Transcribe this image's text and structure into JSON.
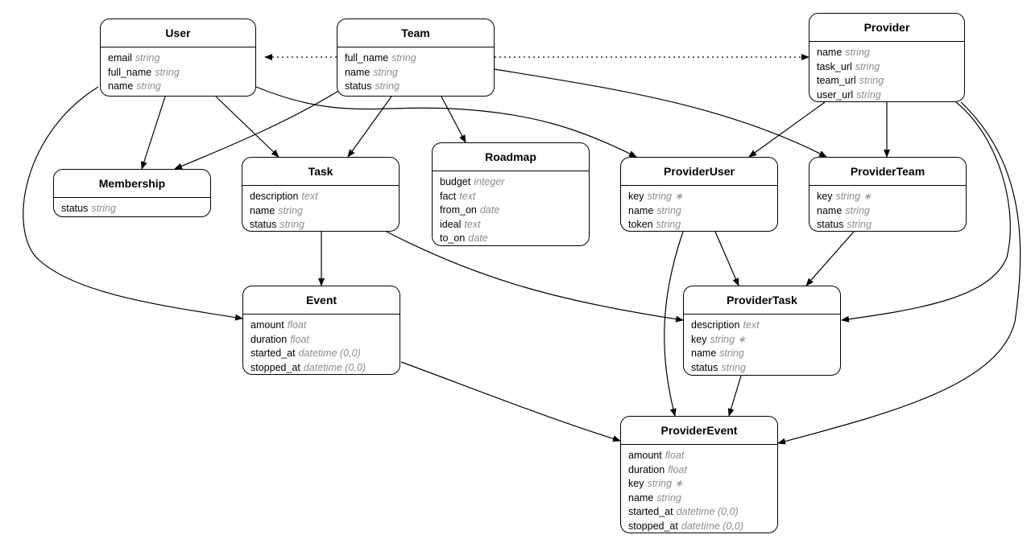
{
  "entities": {
    "user": {
      "title": "User",
      "attributes": [
        {
          "name": "email",
          "type": "string"
        },
        {
          "name": "full_name",
          "type": "string"
        },
        {
          "name": "name",
          "type": "string"
        }
      ]
    },
    "team": {
      "title": "Team",
      "attributes": [
        {
          "name": "full_name",
          "type": "string"
        },
        {
          "name": "name",
          "type": "string"
        },
        {
          "name": "status",
          "type": "string"
        }
      ]
    },
    "provider": {
      "title": "Provider",
      "attributes": [
        {
          "name": "name",
          "type": "string"
        },
        {
          "name": "task_url",
          "type": "string"
        },
        {
          "name": "team_url",
          "type": "string"
        },
        {
          "name": "user_url",
          "type": "string"
        }
      ]
    },
    "membership": {
      "title": "Membership",
      "attributes": [
        {
          "name": "status",
          "type": "string"
        }
      ]
    },
    "task": {
      "title": "Task",
      "attributes": [
        {
          "name": "description",
          "type": "text"
        },
        {
          "name": "name",
          "type": "string"
        },
        {
          "name": "status",
          "type": "string"
        }
      ]
    },
    "roadmap": {
      "title": "Roadmap",
      "attributes": [
        {
          "name": "budget",
          "type": "integer"
        },
        {
          "name": "fact",
          "type": "text"
        },
        {
          "name": "from_on",
          "type": "date"
        },
        {
          "name": "ideal",
          "type": "text"
        },
        {
          "name": "to_on",
          "type": "date"
        }
      ]
    },
    "provider_user": {
      "title": "ProviderUser",
      "attributes": [
        {
          "name": "key",
          "type": "string ∗"
        },
        {
          "name": "name",
          "type": "string"
        },
        {
          "name": "token",
          "type": "string"
        }
      ]
    },
    "provider_team": {
      "title": "ProviderTeam",
      "attributes": [
        {
          "name": "key",
          "type": "string ∗"
        },
        {
          "name": "name",
          "type": "string"
        },
        {
          "name": "status",
          "type": "string"
        }
      ]
    },
    "event": {
      "title": "Event",
      "attributes": [
        {
          "name": "amount",
          "type": "float"
        },
        {
          "name": "duration",
          "type": "float"
        },
        {
          "name": "started_at",
          "type": "datetime (0,0)"
        },
        {
          "name": "stopped_at",
          "type": "datetime (0,0)"
        }
      ]
    },
    "provider_task": {
      "title": "ProviderTask",
      "attributes": [
        {
          "name": "description",
          "type": "text"
        },
        {
          "name": "key",
          "type": "string ∗"
        },
        {
          "name": "name",
          "type": "string"
        },
        {
          "name": "status",
          "type": "string"
        }
      ]
    },
    "provider_event": {
      "title": "ProviderEvent",
      "attributes": [
        {
          "name": "amount",
          "type": "float"
        },
        {
          "name": "duration",
          "type": "float"
        },
        {
          "name": "key",
          "type": "string ∗"
        },
        {
          "name": "name",
          "type": "string"
        },
        {
          "name": "started_at",
          "type": "datetime (0,0)"
        },
        {
          "name": "stopped_at",
          "type": "datetime (0,0)"
        }
      ]
    }
  },
  "relationships": [
    {
      "from": "team",
      "to": "user",
      "style": "dotted"
    },
    {
      "from": "team",
      "to": "provider",
      "style": "dotted"
    },
    {
      "from": "user",
      "to": "membership",
      "style": "solid"
    },
    {
      "from": "user",
      "to": "task",
      "style": "solid"
    },
    {
      "from": "user",
      "to": "provider_user",
      "style": "solid"
    },
    {
      "from": "user",
      "to": "event",
      "style": "solid"
    },
    {
      "from": "team",
      "to": "membership",
      "style": "solid"
    },
    {
      "from": "team",
      "to": "task",
      "style": "solid"
    },
    {
      "from": "team",
      "to": "roadmap",
      "style": "solid"
    },
    {
      "from": "team",
      "to": "provider_team",
      "style": "solid"
    },
    {
      "from": "provider",
      "to": "provider_user",
      "style": "solid"
    },
    {
      "from": "provider",
      "to": "provider_team",
      "style": "solid"
    },
    {
      "from": "provider",
      "to": "provider_task",
      "style": "solid"
    },
    {
      "from": "provider",
      "to": "provider_event",
      "style": "solid"
    },
    {
      "from": "task",
      "to": "event",
      "style": "solid"
    },
    {
      "from": "task",
      "to": "provider_task",
      "style": "solid"
    },
    {
      "from": "provider_user",
      "to": "provider_task",
      "style": "solid"
    },
    {
      "from": "provider_user",
      "to": "provider_event",
      "style": "solid"
    },
    {
      "from": "provider_team",
      "to": "provider_task",
      "style": "solid"
    },
    {
      "from": "event",
      "to": "provider_event",
      "style": "solid"
    },
    {
      "from": "provider_task",
      "to": "provider_event",
      "style": "solid"
    }
  ]
}
